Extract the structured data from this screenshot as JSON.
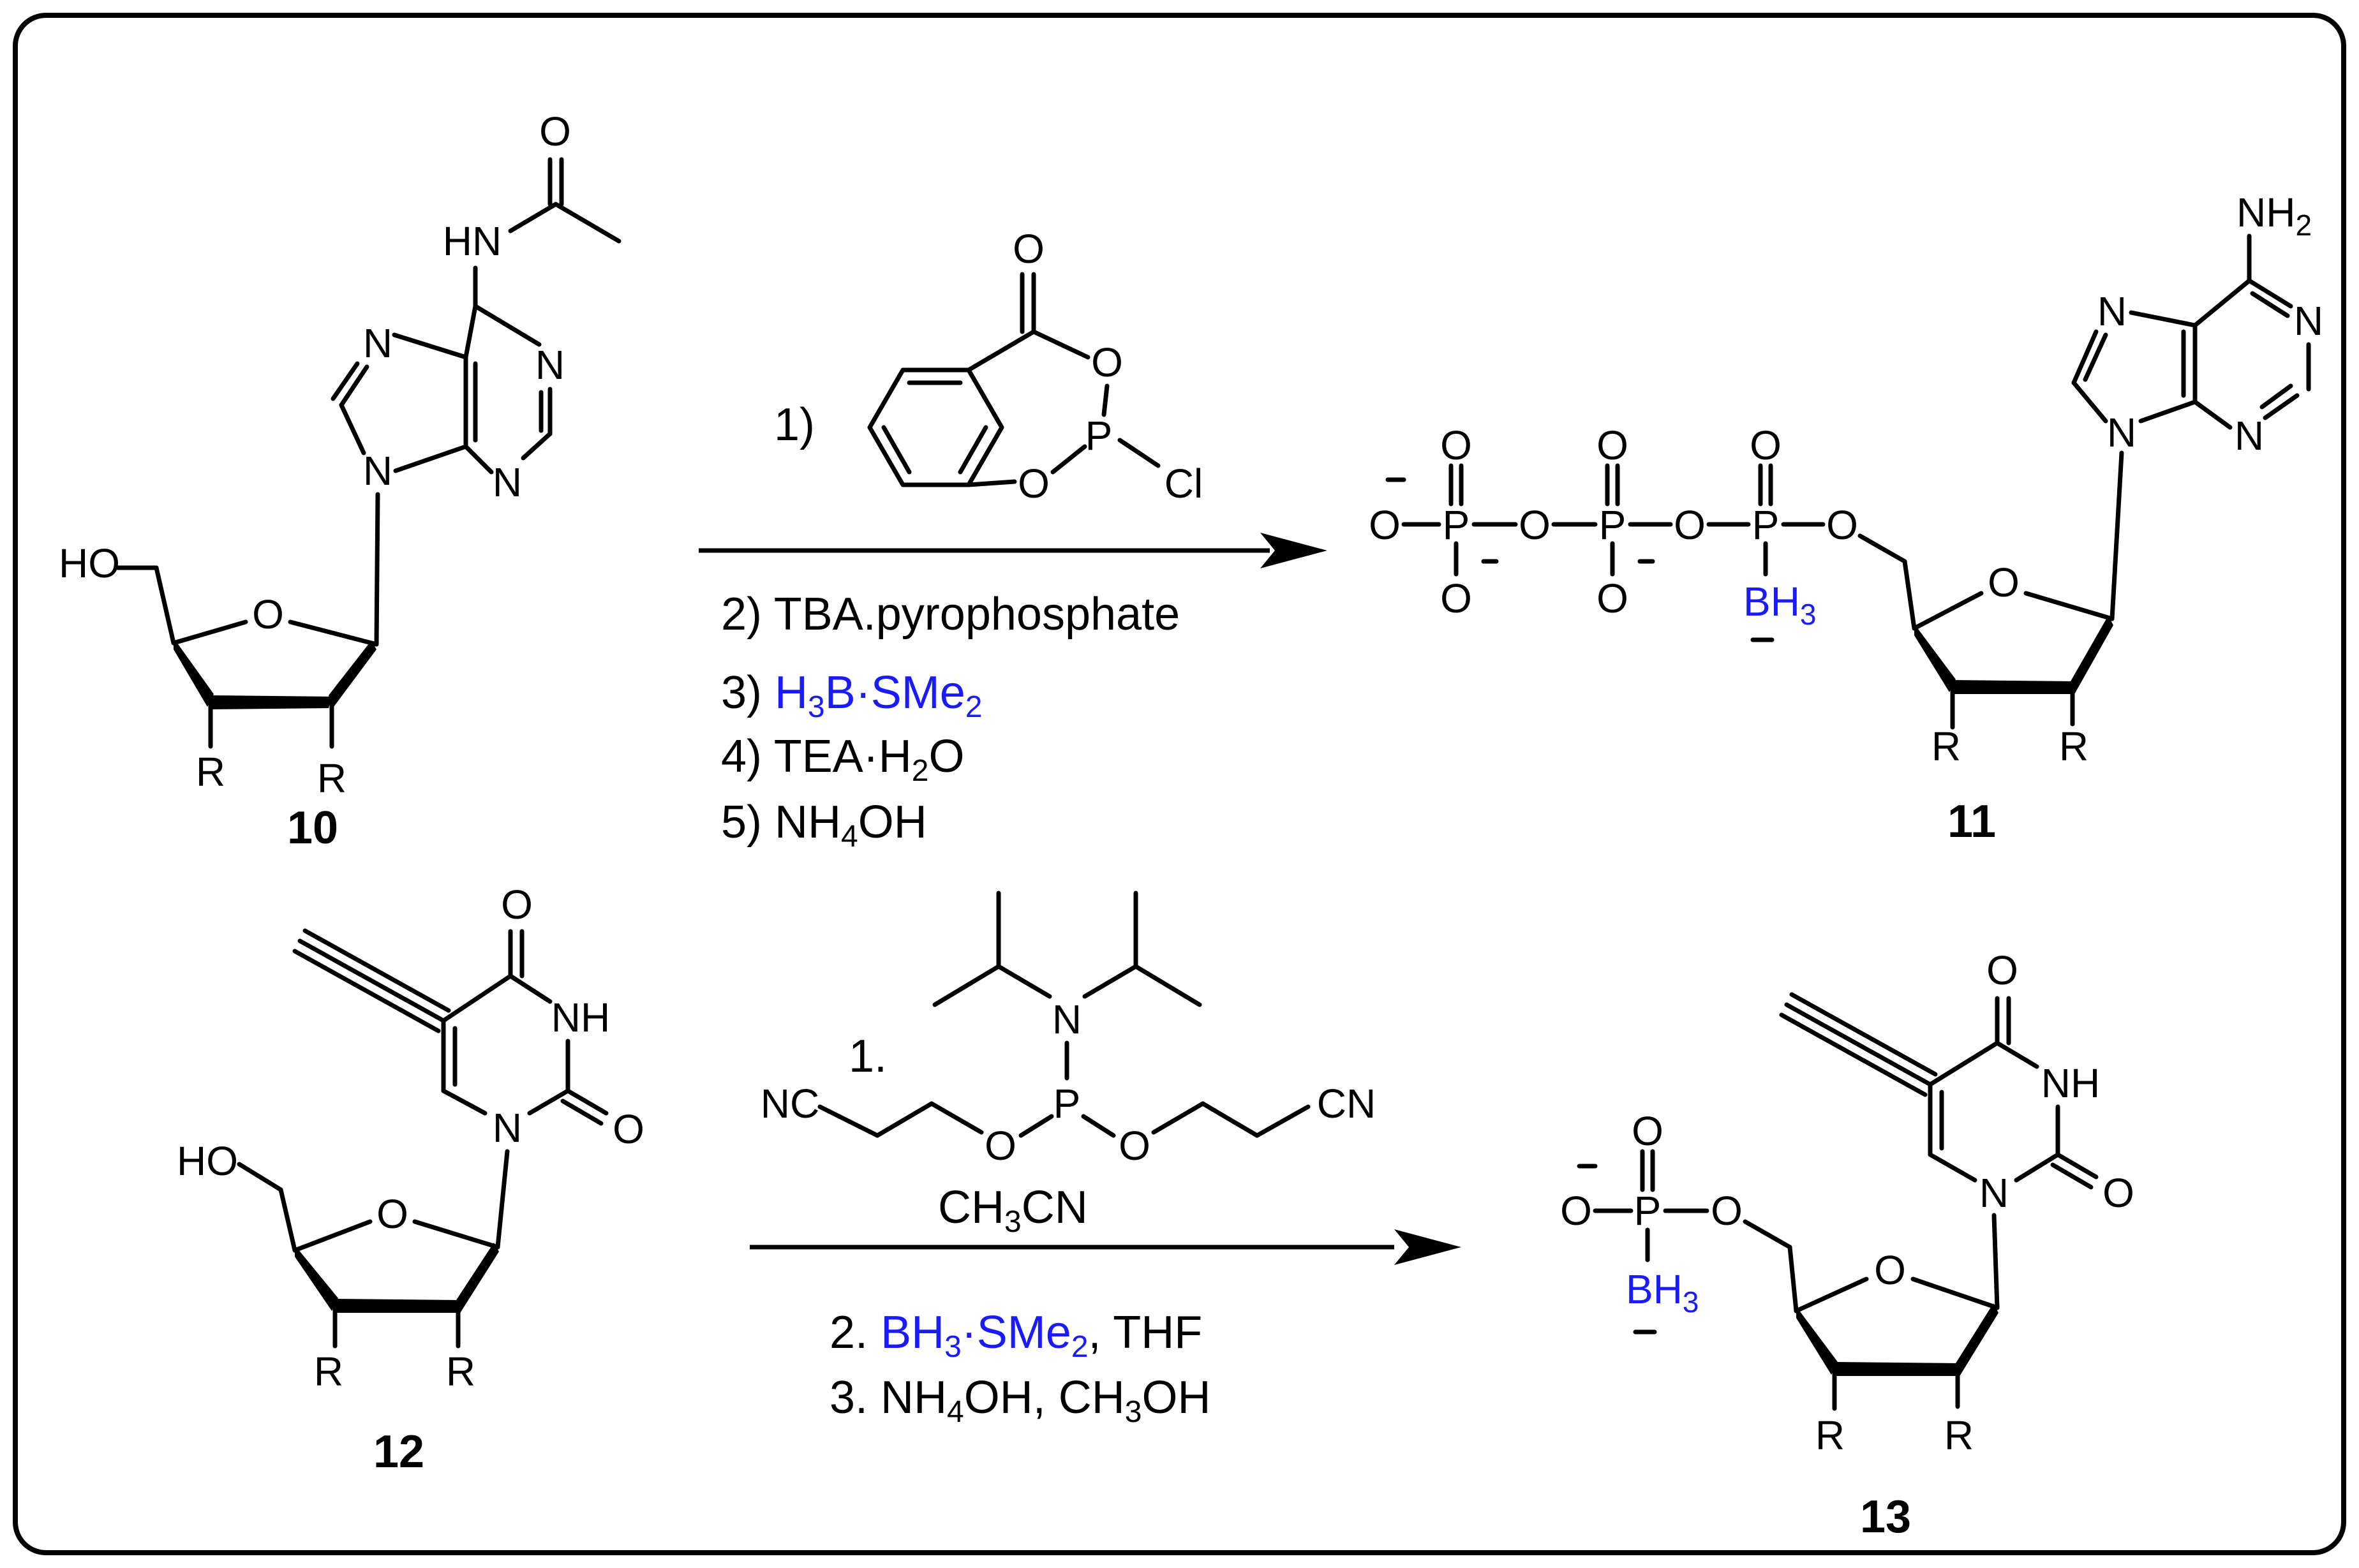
{
  "compounds": {
    "c10": {
      "label": "10",
      "atoms": {
        "o": "O",
        "hn": "HN",
        "n1": "N",
        "n2": "N",
        "n3": "N",
        "n4": "N",
        "ho": "HO",
        "ro": "O",
        "r1": "R",
        "r2": "R"
      }
    },
    "c11": {
      "label": "11",
      "atoms": {
        "nh2": "NH",
        "nh2_sub": "2",
        "n1": "N",
        "n2": "N",
        "n3": "N",
        "n4": "N",
        "ro": "O",
        "r1": "R",
        "r2": "R",
        "o_top1": "O",
        "o_top2": "O",
        "o_top3": "O",
        "o_left": "O",
        "p1": "P",
        "p2": "P",
        "p3": "P",
        "o_b1": "O",
        "o_b2": "O",
        "o_b3": "O",
        "o_bot1": "O",
        "o_bot2": "O",
        "bh": "BH",
        "bh_sub": "3",
        "minus": "–"
      }
    },
    "c12": {
      "label": "12",
      "atoms": {
        "o1": "O",
        "nh": "NH",
        "o2": "O",
        "n": "N",
        "ho": "HO",
        "ro": "O",
        "r1": "R",
        "r2": "R"
      }
    },
    "c13": {
      "label": "13",
      "atoms": {
        "o1": "O",
        "nh": "NH",
        "o2": "O",
        "n": "N",
        "ro": "O",
        "r1": "R",
        "r2": "R",
        "o_top": "O",
        "o_left": "O",
        "p": "P",
        "o_link": "O",
        "bh": "BH",
        "bh_sub": "3",
        "minus": "–"
      }
    }
  },
  "reagent1": {
    "step1_label": "1)",
    "ring_atoms": {
      "o_carbonyl": "O",
      "o_ring": "O",
      "p": "P",
      "cl": "Cl",
      "o_ring2": "O"
    },
    "steps": {
      "s2": "2) TBA.pyrophosphate",
      "s3_prefix": "3) ",
      "s3_h": "H",
      "s3_sub3": "3",
      "s3_mid": "B·SMe",
      "s3_sub2": "2",
      "s4_prefix": "4) TEA·H",
      "s4_sub": "2",
      "s4_suffix": "O",
      "s5_prefix": "5) NH",
      "s5_sub": "4",
      "s5_suffix": "OH"
    }
  },
  "reagent2": {
    "step1_label": "1.",
    "atoms": {
      "n": "N",
      "p": "P",
      "o1": "O",
      "o2": "O",
      "nc": "NC",
      "cn": "CN"
    },
    "solvent": {
      "ch": "CH",
      "sub": "3",
      "cn": "CN"
    },
    "steps": {
      "s2_prefix": "2. ",
      "s2_bh": "BH",
      "s2_sub3": "3",
      "s2_mid": "·SMe",
      "s2_sub2": "2",
      "s2_suffix": ", THF",
      "s3_prefix": "3. NH",
      "s3_sub4": "4",
      "s3_mid": "OH, CH",
      "s3_sub3": "3",
      "s3_suffix": "OH"
    }
  },
  "colors": {
    "highlight": "#1a1aff",
    "border": "#000000"
  }
}
